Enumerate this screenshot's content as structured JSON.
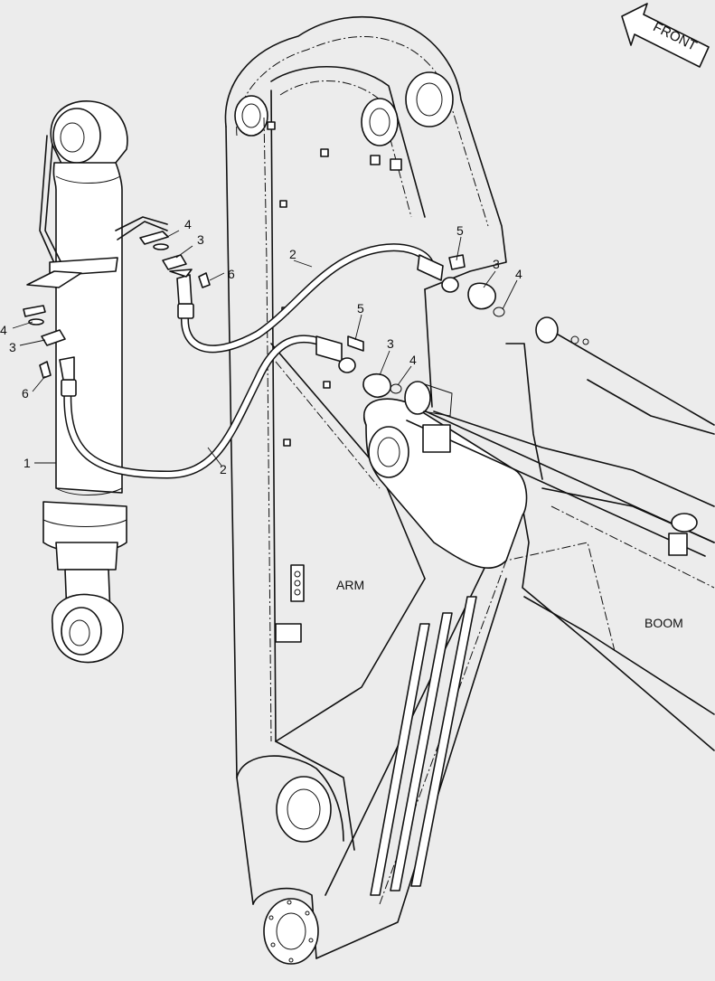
{
  "direction_label": "FRONT",
  "callouts": [
    "1",
    "2",
    "3",
    "4",
    "5",
    "6"
  ],
  "regions": {
    "arm": "ARM",
    "boom": "BOOM"
  },
  "icons": {
    "direction": "front-arrow-icon"
  }
}
